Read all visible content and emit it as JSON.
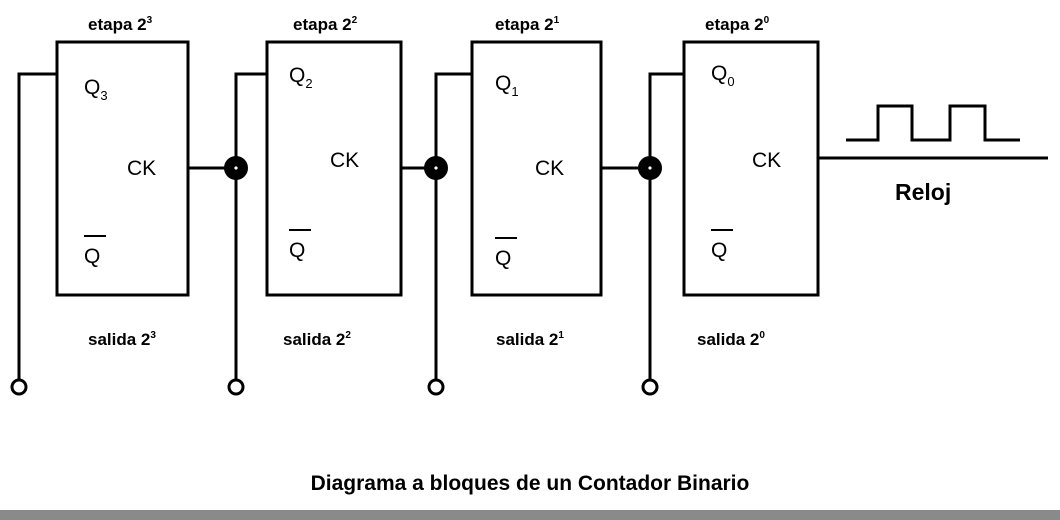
{
  "stages": [
    {
      "stage_base": "etapa 2",
      "stage_exp": "3",
      "q_letter": "Q",
      "q_index": "3",
      "ck": "CK",
      "qbar": "Q",
      "out_base": "salida  2",
      "out_exp": "3"
    },
    {
      "stage_base": "etapa 2",
      "stage_exp": "2",
      "q_letter": "Q",
      "q_index": "2",
      "ck": "CK",
      "qbar": "Q",
      "out_base": "salida  2",
      "out_exp": "2"
    },
    {
      "stage_base": "etapa 2",
      "stage_exp": "1",
      "q_letter": "Q",
      "q_index": "1",
      "ck": "CK",
      "qbar": "Q",
      "out_base": "salida  2",
      "out_exp": "1"
    },
    {
      "stage_base": "etapa 2",
      "stage_exp": "0",
      "q_letter": "Q",
      "q_index": "0",
      "ck": "CK",
      "qbar": "Q",
      "out_base": "salida  2",
      "out_exp": "0"
    }
  ],
  "clock": {
    "label": "Reloj"
  },
  "caption": "Diagrama a bloques de un Contador Binario",
  "colors": {
    "line": "#000000",
    "background": "#ffffff",
    "bottom_bar": "#8a8a8a"
  }
}
